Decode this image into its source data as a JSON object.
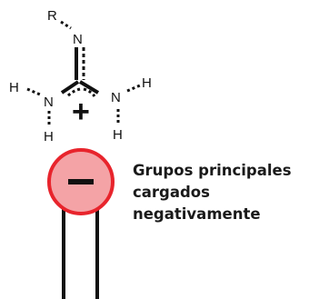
{
  "molecule": {
    "atoms": {
      "r": "R",
      "n_top": "N",
      "h_left": "H",
      "n_left": "N",
      "h_left_bottom": "H",
      "n_right": "N",
      "h_right_top": "H",
      "h_right_bottom": "H"
    },
    "charge_symbol": "+"
  },
  "headgroup": {
    "symbol": "−",
    "fill_color": "#f4a3a6",
    "stroke_color": "#e8242c"
  },
  "caption": {
    "line1": "Grupos principales",
    "line2": "cargados",
    "line3": "negativamente"
  }
}
